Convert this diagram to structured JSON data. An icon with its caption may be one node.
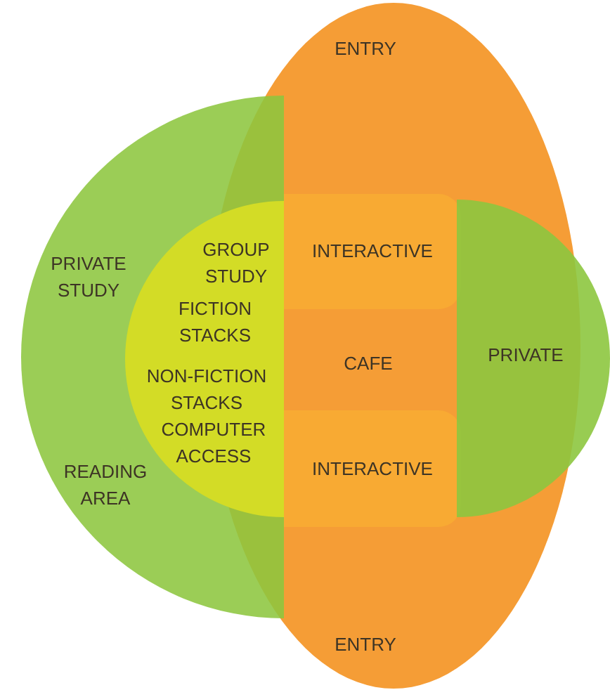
{
  "diagram": {
    "nodes": [
      {
        "text": [
          "PRIVATE STUDY",
          "READING AREA"
        ]
      },
      {
        "text": [
          "GROUP STUDY",
          "FICTION STACKS",
          "NON-FICTION STACKS",
          "COMPUTER ACCESS"
        ],
        "in": 0
      },
      {
        "text": [
          "ENTRY",
          "CAFE",
          "ENTRY"
        ]
      },
      {
        "text": [
          "INTERACTIVE"
        ],
        "in": 2
      },
      {
        "text": [
          "INTERACTIVE"
        ],
        "in": 2
      },
      {
        "text": [
          "PRIVATE"
        ]
      }
    ]
  }
}
